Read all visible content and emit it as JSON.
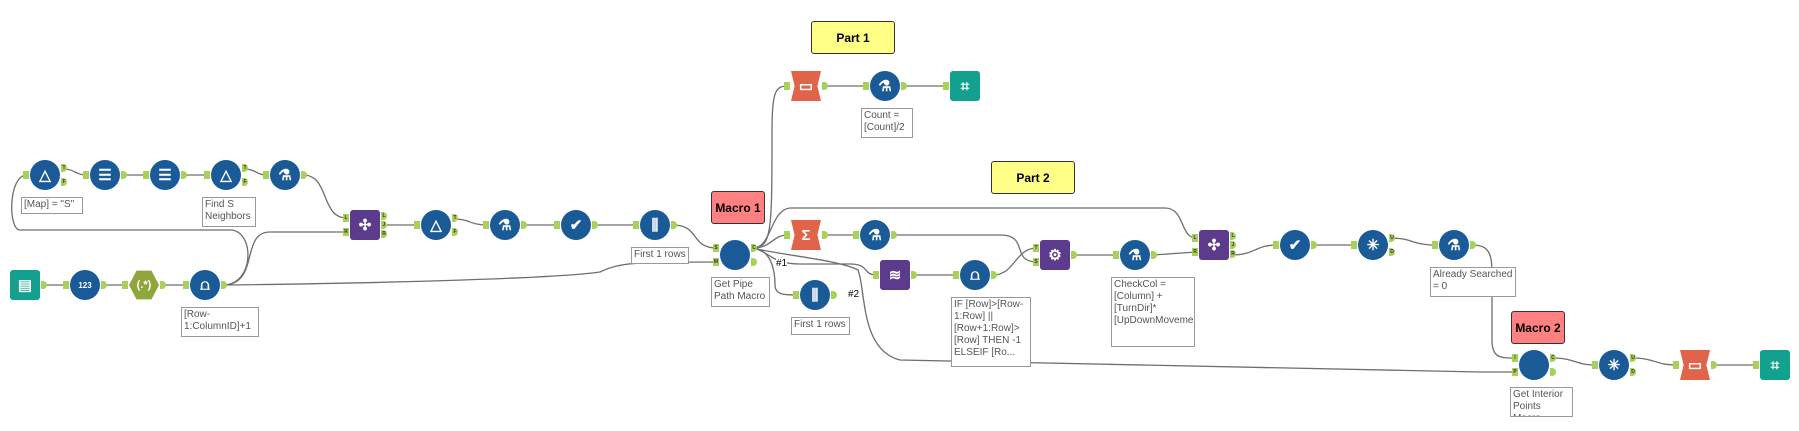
{
  "colors": {
    "tool_blue": "#1a5a96",
    "tool_purple": "#5c3b8c",
    "tool_orange": "#e0644a",
    "tool_teal": "#13a08f",
    "tool_olive": "#8ea63c",
    "anchor_green": "#a8d15a",
    "part_box": "#ffff88",
    "macro_box": "#ff8080"
  },
  "containers": [
    {
      "id": "part1",
      "label": "Part 1",
      "style": "yellow"
    },
    {
      "id": "part2",
      "label": "Part 2",
      "style": "yellow"
    },
    {
      "id": "macro1",
      "label": "Macro 1",
      "style": "red"
    },
    {
      "id": "macro2",
      "label": "Macro 2",
      "style": "red"
    }
  ],
  "connection_tags": [
    "#1",
    "#2"
  ],
  "tools": [
    {
      "id": "filter1",
      "type": "filter",
      "icon": "filter-icon",
      "outputs": [
        "T",
        "F"
      ],
      "annotation": "[Map] = \"S\""
    },
    {
      "id": "select1",
      "type": "select",
      "icon": "select-icon",
      "outputs": [
        ""
      ],
      "annotation": ""
    },
    {
      "id": "select2",
      "type": "select",
      "icon": "select-icon",
      "outputs": [
        ""
      ],
      "annotation": ""
    },
    {
      "id": "filter2",
      "type": "filter",
      "icon": "filter-icon",
      "outputs": [
        "T",
        "F"
      ],
      "annotation": "Find S Neighbors"
    },
    {
      "id": "formula1",
      "type": "formula",
      "icon": "formula-icon",
      "outputs": [
        ""
      ],
      "annotation": ""
    },
    {
      "id": "join1",
      "type": "join",
      "icon": "join-icon",
      "inputs": [
        "L",
        "R"
      ],
      "outputs": [
        "L",
        "J",
        "R"
      ],
      "annotation": ""
    },
    {
      "id": "filter3",
      "type": "filter",
      "icon": "filter-icon",
      "outputs": [
        "T",
        "F"
      ],
      "annotation": ""
    },
    {
      "id": "formula2",
      "type": "formula",
      "icon": "formula-icon",
      "outputs": [
        ""
      ],
      "annotation": ""
    },
    {
      "id": "select3",
      "type": "select-records",
      "icon": "check-icon",
      "outputs": [
        ""
      ],
      "annotation": ""
    },
    {
      "id": "sample1",
      "type": "sample",
      "icon": "sample-icon",
      "outputs": [
        ""
      ],
      "annotation": "First 1 rows"
    },
    {
      "id": "input1",
      "type": "text-input",
      "icon": "book-icon",
      "outputs": [
        ""
      ],
      "annotation": ""
    },
    {
      "id": "recordid",
      "type": "record-id",
      "icon": "record-id-icon",
      "glyph": "123",
      "outputs": [
        ""
      ],
      "annotation": ""
    },
    {
      "id": "regex",
      "type": "regex",
      "icon": "regex-icon",
      "glyph": "(.*)",
      "outputs": [
        ""
      ],
      "annotation": ""
    },
    {
      "id": "multirow1",
      "type": "multi-row-formula",
      "icon": "multi-row-icon",
      "outputs": [
        ""
      ],
      "annotation": "[Row-1:ColumnID]+1"
    },
    {
      "id": "macro1tool",
      "type": "macro",
      "icon": "macro-icon",
      "inputs": [
        "S",
        "M"
      ],
      "outputs": [
        "C",
        ""
      ],
      "annotation": "Get Pipe Path Macro"
    },
    {
      "id": "crosstab1",
      "type": "count-records",
      "icon": "count-icon",
      "outputs": [
        ""
      ],
      "annotation": ""
    },
    {
      "id": "formula3",
      "type": "formula",
      "icon": "formula-icon",
      "outputs": [
        ""
      ],
      "annotation": "Count = [Count]/2"
    },
    {
      "id": "browse1",
      "type": "browse",
      "icon": "binoculars-icon",
      "outputs": [],
      "annotation": ""
    },
    {
      "id": "summarize",
      "type": "summarize",
      "icon": "sigma-icon",
      "glyph": "Σ",
      "outputs": [
        ""
      ],
      "annotation": ""
    },
    {
      "id": "formula4",
      "type": "formula",
      "icon": "formula-icon",
      "outputs": [
        ""
      ],
      "annotation": ""
    },
    {
      "id": "sample2",
      "type": "sample",
      "icon": "sample-icon",
      "outputs": [
        ""
      ],
      "annotation": "First 1 rows"
    },
    {
      "id": "dna",
      "type": "append-fields",
      "icon": "dna-icon",
      "outputs": [
        ""
      ],
      "annotation": ""
    },
    {
      "id": "multirow2",
      "type": "multi-row-formula",
      "icon": "multi-row-icon",
      "outputs": [
        ""
      ],
      "annotation": "IF [Row]>[Row-1:Row] || [Row+1:Row]>[Row] THEN -1 ELSEIF [Ro..."
    },
    {
      "id": "gears",
      "type": "iterative-macro",
      "icon": "gears-icon",
      "inputs": [
        "T",
        "S"
      ],
      "outputs": [
        ""
      ],
      "annotation": ""
    },
    {
      "id": "formula5",
      "type": "formula",
      "icon": "formula-icon",
      "outputs": [
        ""
      ],
      "annotation": "CheckCol = [Column] + [TurnDir]* [UpDownMovementDir]"
    },
    {
      "id": "join2",
      "type": "join",
      "icon": "join-icon",
      "inputs": [
        "L",
        "R"
      ],
      "outputs": [
        "L",
        "J",
        "R"
      ],
      "annotation": ""
    },
    {
      "id": "select4",
      "type": "select-records",
      "icon": "check-icon",
      "outputs": [
        ""
      ],
      "annotation": ""
    },
    {
      "id": "unique1",
      "type": "unique",
      "icon": "snowflake-icon",
      "outputs": [
        "U",
        "D"
      ],
      "annotation": ""
    },
    {
      "id": "formula6",
      "type": "formula",
      "icon": "formula-icon",
      "outputs": [
        ""
      ],
      "annotation": "Already Searched = 0"
    },
    {
      "id": "macro2tool",
      "type": "macro",
      "icon": "macro-icon",
      "inputs": [
        "I",
        "P"
      ],
      "outputs": [
        "C",
        ""
      ],
      "annotation": "Get Interior Points Macro"
    },
    {
      "id": "unique2",
      "type": "unique",
      "icon": "snowflake-icon",
      "outputs": [
        "U",
        "D"
      ],
      "annotation": ""
    },
    {
      "id": "crosstab2",
      "type": "count-records",
      "icon": "count-icon",
      "outputs": [
        ""
      ],
      "annotation": ""
    },
    {
      "id": "browse2",
      "type": "browse",
      "icon": "binoculars-icon",
      "outputs": [],
      "annotation": ""
    }
  ]
}
